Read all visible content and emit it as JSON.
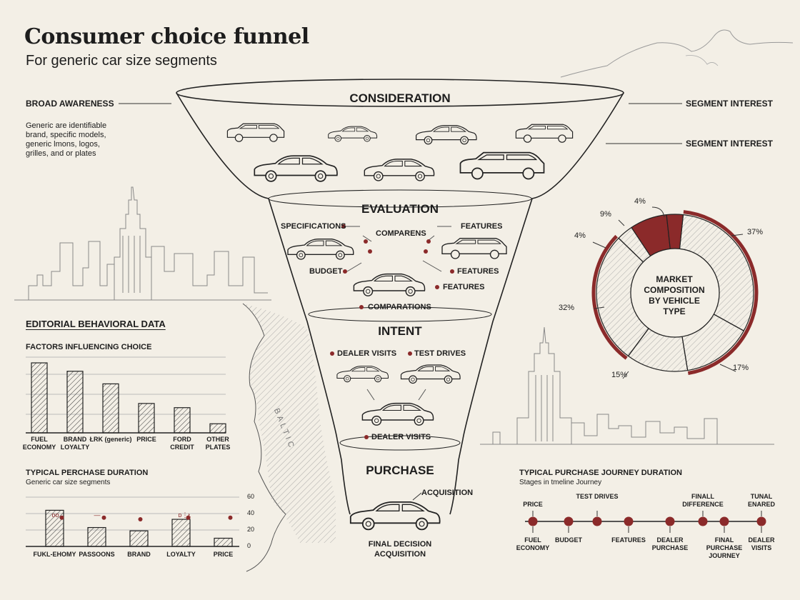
{
  "header": {
    "title": "Consumer choice funnel",
    "subtitle": "For generic car size segments"
  },
  "left_panel": {
    "awareness_label": "BROAD AWARENESS",
    "awareness_note": "Generic are identifiable brand, specific models, generic lmons, logos, grilles, and or plates",
    "editorial_heading": "EDITORIAL BEHAVIORAL DATA"
  },
  "right_labels": {
    "segment_interest_1": "SEGMENT INTEREST",
    "segment_interest_2": "SEGMENT INTEREST"
  },
  "funnel": {
    "stages": [
      "CONSIDERATION",
      "EVALUATION",
      "INTENT",
      "PURCHASE"
    ],
    "evaluation_labels": {
      "specifications": "SPECIFICATIONS",
      "comparens": "COMPARENS",
      "features_1": "FEATURES",
      "budget": "BUDGET",
      "features_2": "FEATURES",
      "features_3": "FEATURES",
      "comparations": "COMPARATIONS"
    },
    "intent_labels": {
      "dealer_visits_1": "DEALER VISITS",
      "test_drives": "TEST DRIVES",
      "dealer_visits_2": "DEALER VISITS"
    },
    "purchase_labels": {
      "acquisition": "ACQUISITION",
      "final_decision": "FINAL DECISION",
      "final_acquisition": "ACQUISITION"
    }
  },
  "map": {
    "sea_label": "BALTIC"
  },
  "chart_data": [
    {
      "type": "bar",
      "title": "FACTORS INFLUENCING CHOICE",
      "categories": [
        "FUEL ECONOMY",
        "BRAND LOYALTY",
        "ŁRK (generic)",
        "PRICE",
        "FORD CREDIT",
        "OTHER PLATES"
      ],
      "values": [
        100,
        88,
        70,
        42,
        36,
        13
      ]
    },
    {
      "type": "bar",
      "title": "TYPICAL PERCHASE DURATION",
      "subtitle": "Generic car size segments",
      "categories": [
        "FUKL-EHOMY",
        "PASSOONS",
        "BRAND",
        "LOYALTY",
        "PRICE"
      ],
      "values": [
        44,
        23,
        19,
        33,
        10
      ],
      "markers": [
        42,
        42,
        40,
        42,
        42
      ],
      "marker_labels": [
        "ᴏᴏ",
        "—",
        "",
        "ᴅ⋮ᴌ",
        ""
      ],
      "yticks": [
        0,
        20,
        40,
        60
      ],
      "ylim": [
        0,
        60
      ]
    },
    {
      "type": "pie",
      "title": "MARKET COMPOSITION BY VEHICLE TYPE",
      "labels": [
        "37%",
        "17%",
        "15%",
        "32%",
        "4%",
        "9%",
        "4%"
      ],
      "values": [
        37,
        17,
        15,
        32,
        4,
        9,
        4
      ],
      "highlighted": [
        false,
        false,
        false,
        false,
        false,
        true,
        true
      ],
      "accent": "#8b2a2a"
    }
  ],
  "timeline": {
    "title": "TYPICAL PURCHASE JOURNEY DURATION",
    "subtitle": "Stages in tmeline Journey",
    "top_labels": [
      "PRICE",
      "",
      "TEST DRIVES",
      "",
      "",
      "FINALL DIFFERENCE",
      "",
      "TUNAL ENARED"
    ],
    "bottom_labels": [
      "FUEL ECONOMY",
      "BUDGET",
      "",
      "FEATURES",
      "DEALER PURCHASE",
      "",
      "FINAL PURCHASE JOURNEY",
      "DEALER VISITS"
    ],
    "accent": "#8b2a2a"
  },
  "colors": {
    "accent": "#8b2a2a",
    "ink": "#1d1d1d",
    "paper": "#f3efe6"
  }
}
